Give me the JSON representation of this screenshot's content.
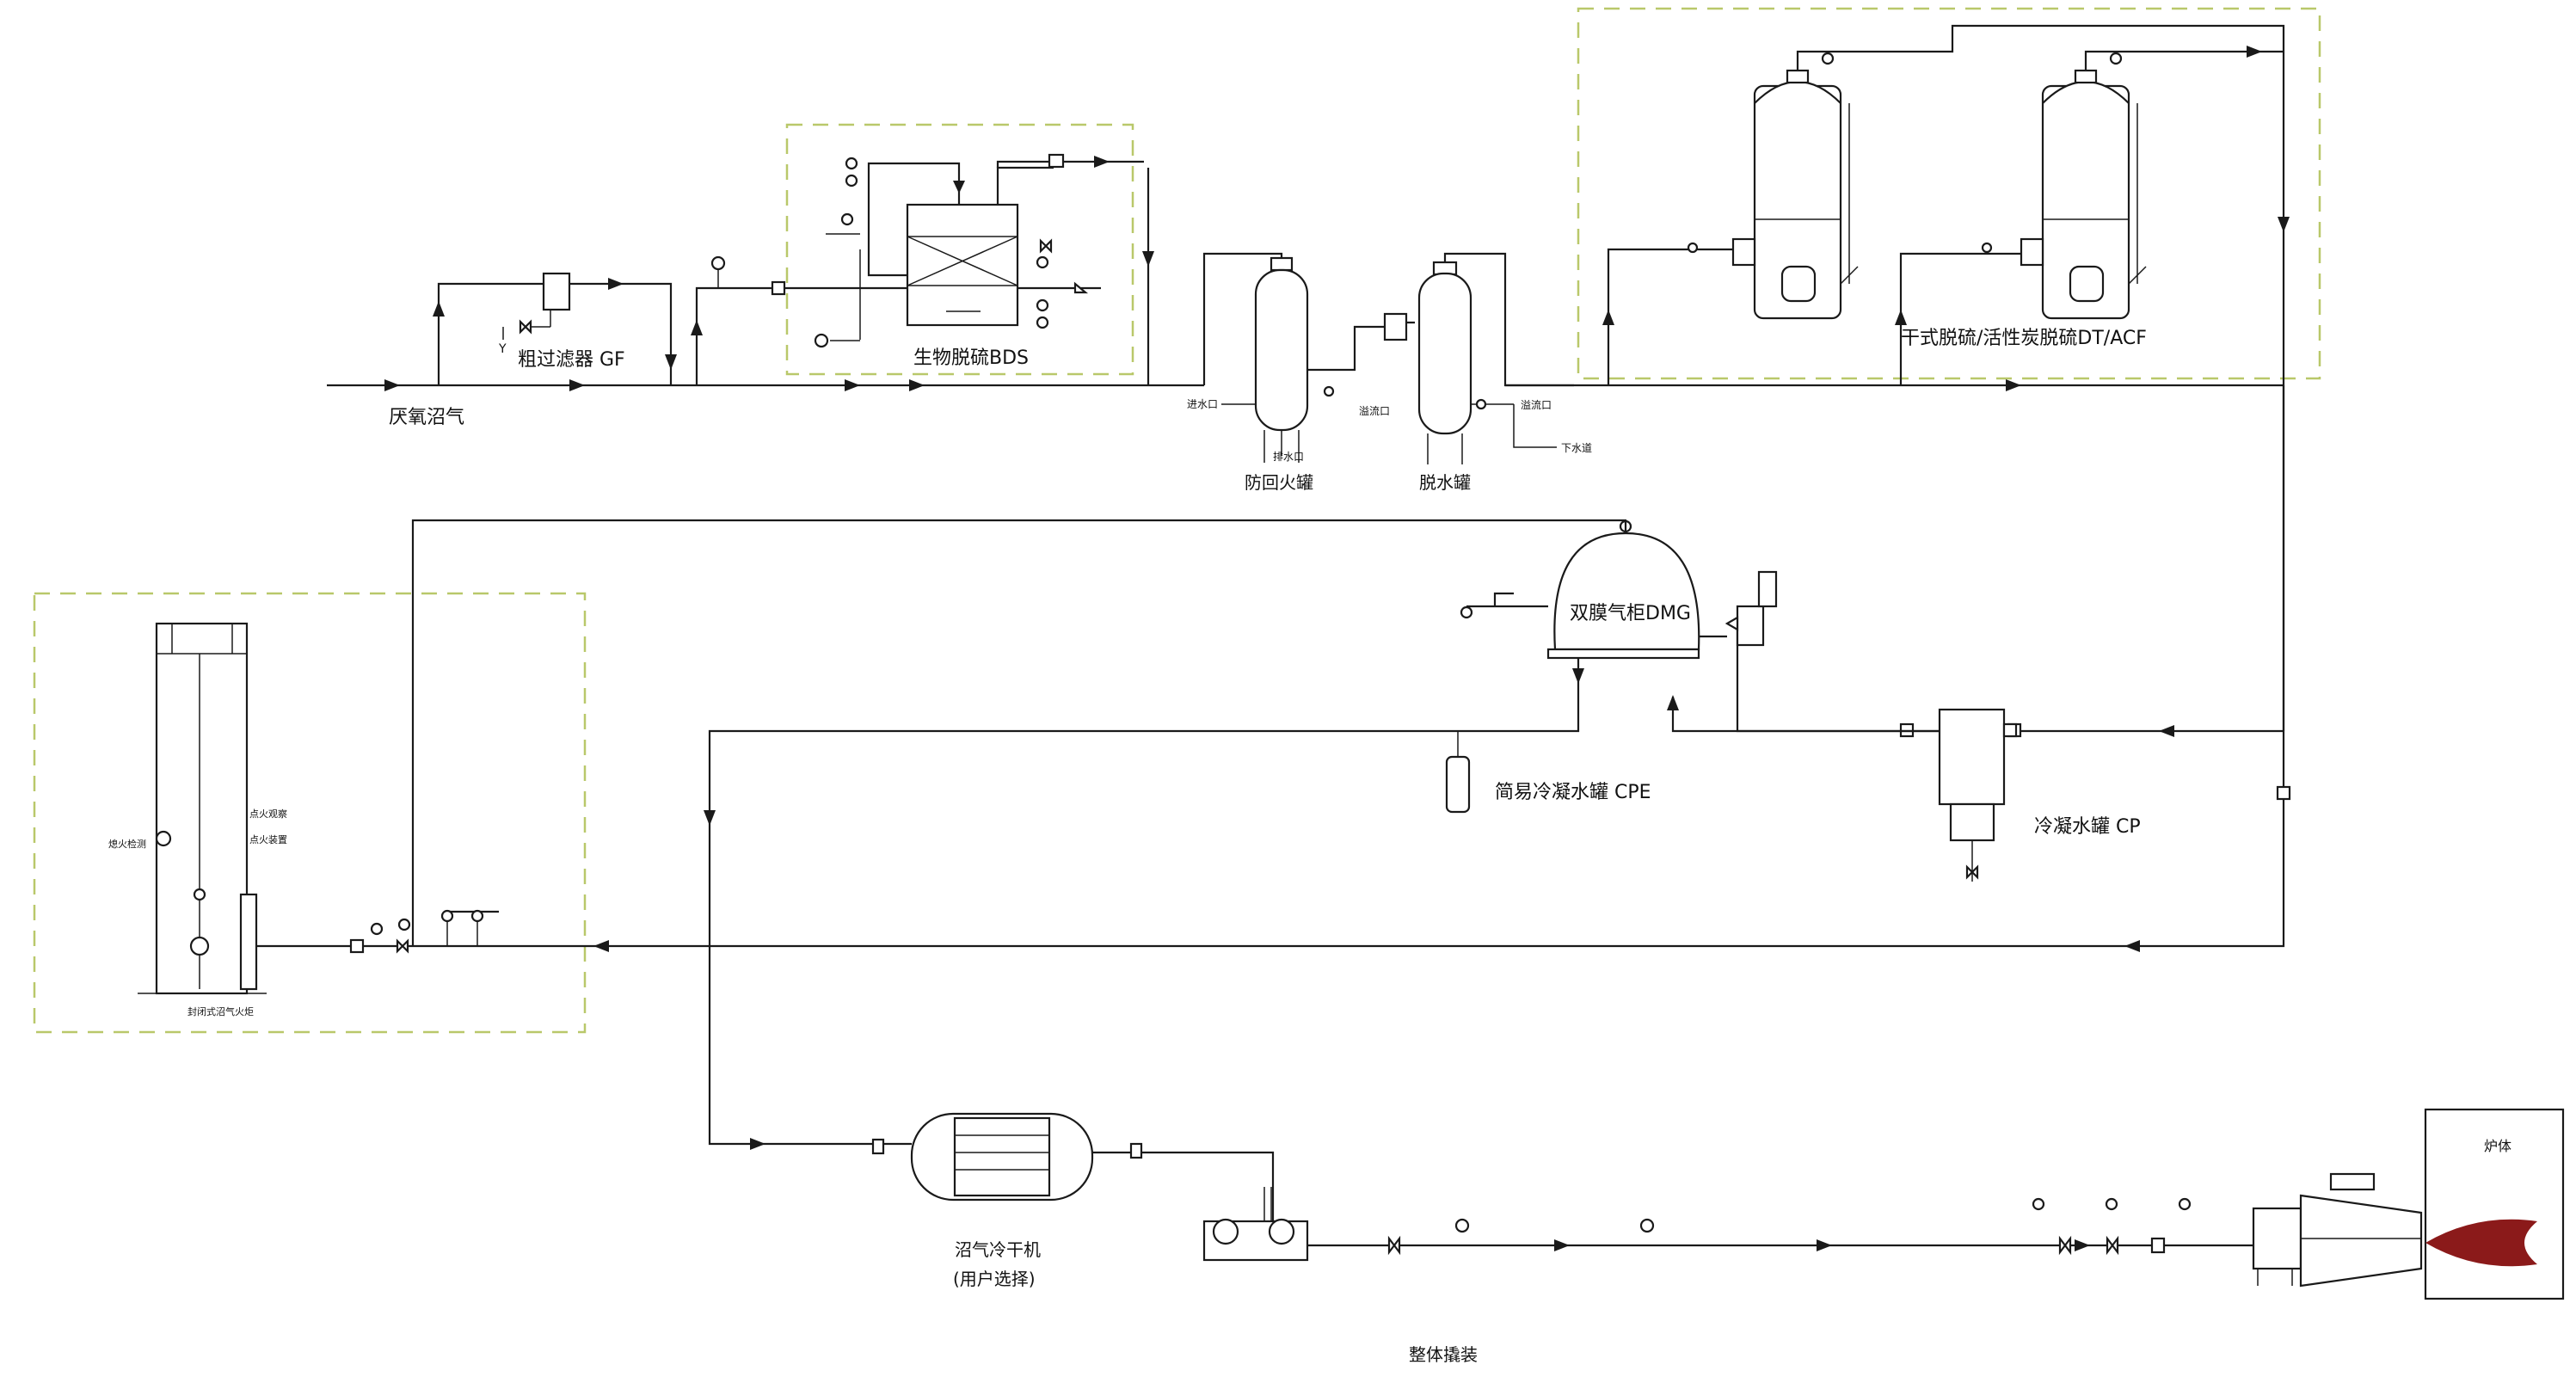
{
  "colors": {
    "line": "#1a1a1a",
    "skid_boundary": "#b9c86a",
    "flame": "#8b1a1a"
  },
  "labels": {
    "inlet": "厌氧沼气",
    "gf": "粗过滤器 GF",
    "bds": "生物脱硫BDS",
    "flame_arrester": "防回火罐",
    "dewater": "脱水罐",
    "dt_acf": "干式脱硫/活性炭脱硫DT/ACF",
    "dmg": "双膜气柜DMG",
    "cpe": "简易冷凝水罐 CPE",
    "cp": "冷凝水罐 CP",
    "dryer_line1": "沼气冷干机",
    "dryer_line2": "(用户选择)",
    "flare": "封闭式沼气火炬",
    "furnace": "炉体",
    "overall_skid": "整体撬装",
    "inlet_port_1": "进水口",
    "drain_port_1": "排水口",
    "overflow_port_1": "溢流口",
    "overflow_port_2": "溢流口",
    "sewer": "下水道",
    "fire_detector": "熄火检测",
    "flame_viewer": "点火观察",
    "igniter": "点火装置"
  }
}
